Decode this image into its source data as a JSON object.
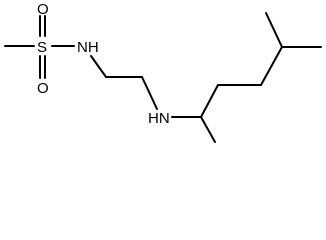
{
  "molecule": {
    "atoms": {
      "sulfur": "S",
      "oxygen_top": "O",
      "oxygen_bottom": "O",
      "sulfonamide_nh": "NH",
      "amine_nh": "HN"
    }
  }
}
